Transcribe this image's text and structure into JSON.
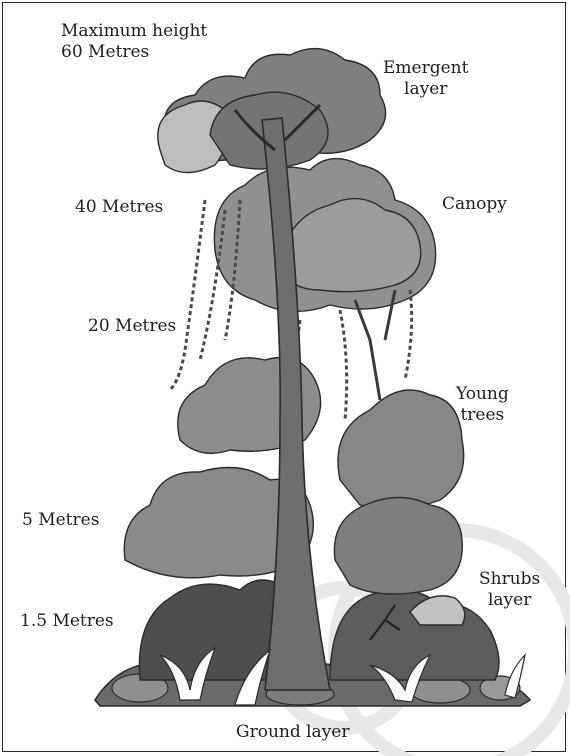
{
  "height_labels": {
    "max_line1": "Maximum height",
    "max_line2": "60 Metres",
    "m40": "40 Metres",
    "m20": "20 Metres",
    "m5": "5 Metres",
    "m1_5": "1.5 Metres"
  },
  "layer_labels": {
    "emergent_line1": "Emergent",
    "emergent_line2": "layer",
    "canopy": "Canopy",
    "young_line1": "Young",
    "young_line2": "trees",
    "shrubs_line1": "Shrubs",
    "shrubs_line2": "layer",
    "ground": "Ground layer"
  },
  "colors": {
    "border": "#2a2a2a",
    "trunk": "#6e6e6e",
    "foliage_dark": "#5a5a5a",
    "foliage_mid": "#8a8a8a",
    "foliage_light": "#b9b9b9",
    "watermark": "#e6e6e6"
  }
}
